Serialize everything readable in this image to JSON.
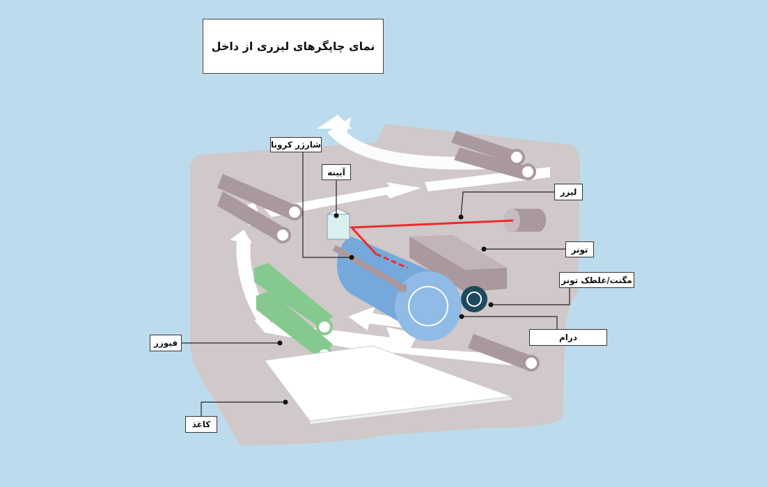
{
  "title": "نمای چاپگرهای لیزری از داخل",
  "labels": {
    "corona": "شارژر کرونا",
    "mirror": "آیینه",
    "laser": "لیزر",
    "toner": "تونر",
    "magnet": "مگنت/غلطک تونر",
    "drum": "درام",
    "fuser": "فیوزر",
    "paper": "کاغذ"
  },
  "colors": {
    "background": "#bcdcee",
    "body": "#d0c8c9",
    "drum": "#76a9db",
    "fuser": "#86c98f",
    "laser": "#ee2a2a",
    "roller": "#a9999f",
    "magnet": "#1f4a5c"
  }
}
